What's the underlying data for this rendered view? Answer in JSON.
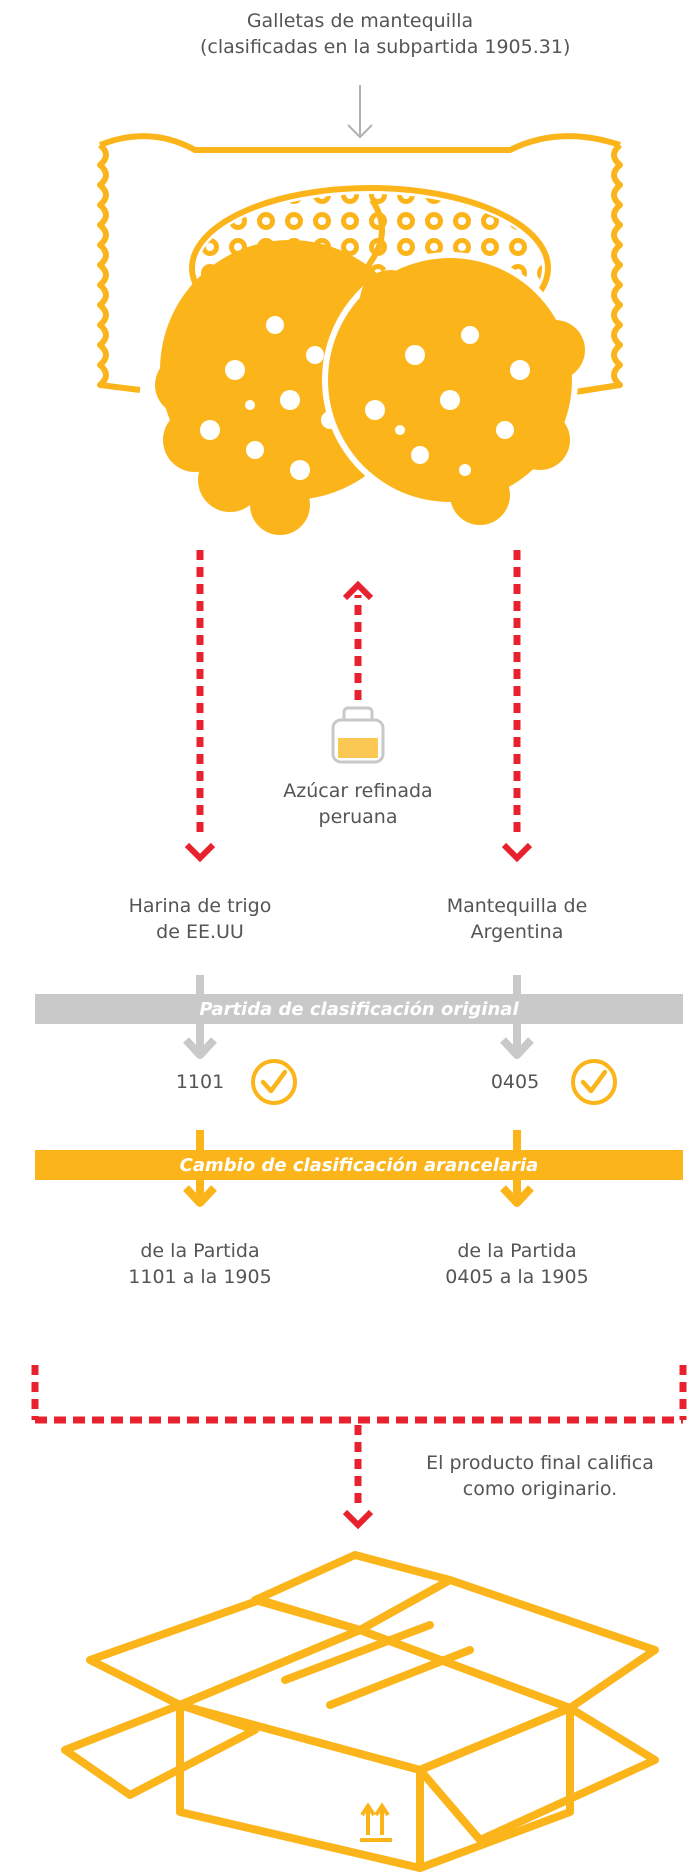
{
  "product": {
    "line1": "Galletas de mantequilla",
    "line2": "(clasificadas en la subpartida 1905.31)"
  },
  "inputs": {
    "sugar": {
      "line1": "Azúcar refinada",
      "line2": "peruana"
    },
    "flour": {
      "line1": "Harina de trigo",
      "line2": "de EE.UU",
      "code": "1101",
      "change_line1": "de la Partida",
      "change_line2": "1101 a la 1905"
    },
    "butter": {
      "line1": "Mantequilla de",
      "line2": "Argentina",
      "code": "0405",
      "change_line1": "de la Partida",
      "change_line2": "0405 a la 1905"
    }
  },
  "bars": {
    "original": "Partida de clasificación original",
    "change": "Cambio de clasificación arancelaria"
  },
  "result": {
    "line1": "El producto final califica",
    "line2": "como originario."
  },
  "colors": {
    "yellow": "#FBB51B",
    "red": "#E8212E",
    "gray": "#C9C9C9",
    "text": "#555555"
  },
  "icons": [
    "cookie-package-icon",
    "sugar-bag-icon",
    "check-circle-icon",
    "open-box-icon",
    "this-way-up-icon"
  ]
}
